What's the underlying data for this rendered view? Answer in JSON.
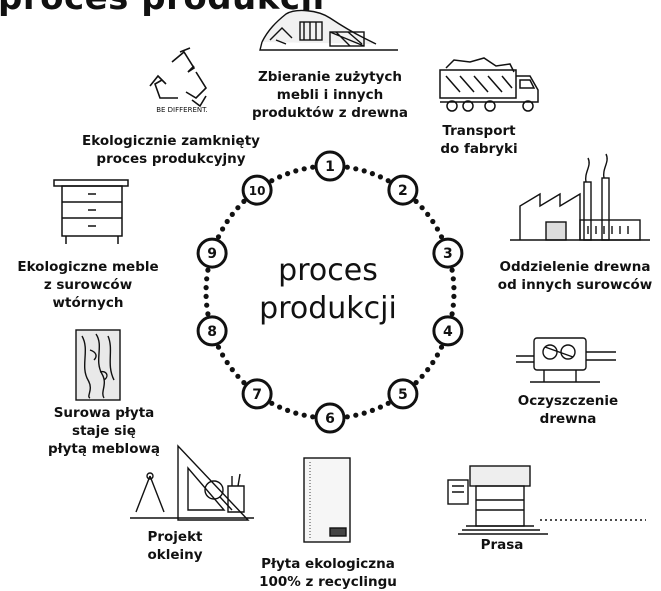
{
  "title": "proces produkcji",
  "center_label": [
    "proces",
    "produkcji"
  ],
  "steps": [
    "1",
    "2",
    "3",
    "4",
    "5",
    "6",
    "7",
    "8",
    "9",
    "10"
  ],
  "labels": {
    "collect": [
      "Zbieranie zużytych",
      "mebli i innych",
      "produktów z drewna"
    ],
    "transport": [
      "Transport",
      "do fabryki"
    ],
    "separate": [
      "Oddzielenie drewna",
      "od innych surowców"
    ],
    "clean": [
      "Oczyszczenie",
      "drewna"
    ],
    "press": [
      "Prasa"
    ],
    "eco_board": [
      "Płyta ekologiczna",
      "100% z recyclingu"
    ],
    "veneer": [
      "Projekt",
      "okleiny"
    ],
    "raw_board": [
      "Surowa płyta",
      "staje się",
      "płytą meblową"
    ],
    "eco_furniture": [
      "Ekologiczne meble",
      "z surowców",
      "wtórnych"
    ],
    "closed_loop": [
      "Ekologicznie zamknięty",
      "proces produkcyjny"
    ]
  },
  "recycle_badge": "BE DIFFERENT."
}
